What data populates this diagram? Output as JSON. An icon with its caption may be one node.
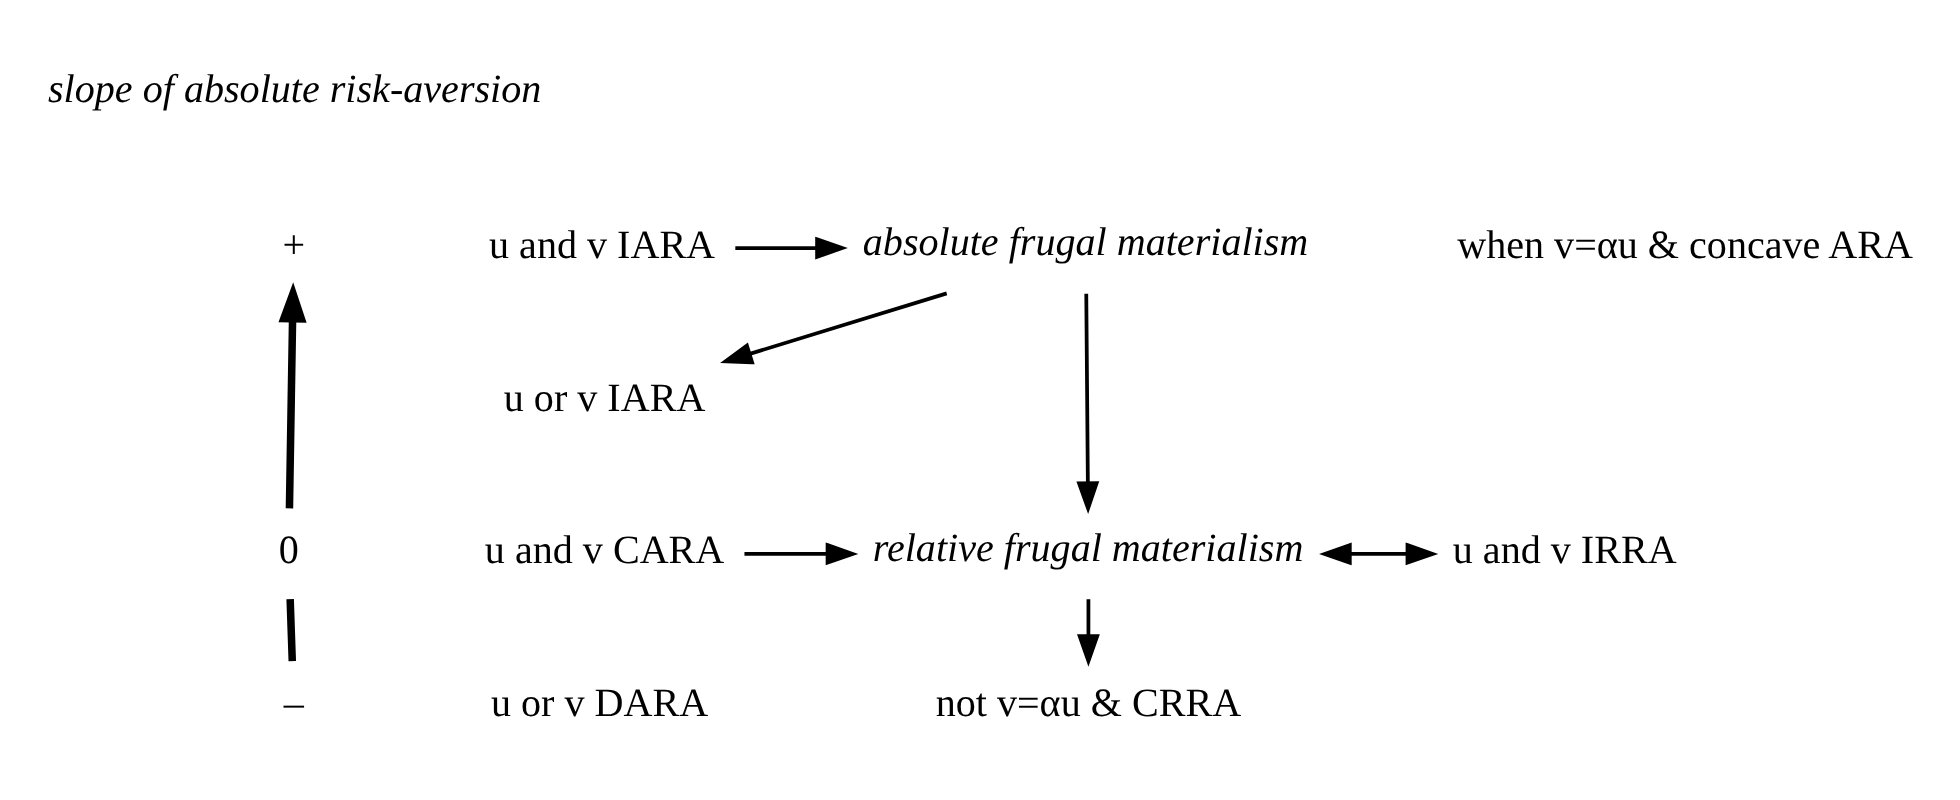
{
  "diagram": {
    "nodes": [
      {
        "text": [
          "u and v IARA"
        ]
      },
      {
        "text": [
          "u or v IARA"
        ]
      },
      {
        "text": [
          "absolute frugal materialism"
        ]
      },
      {
        "text": [
          "u and v CARA"
        ]
      },
      {
        "text": [
          "relative frugal materialism"
        ]
      },
      {
        "text": [
          "u or v DARA"
        ]
      },
      {
        "text": [
          "not v=αu & CRRA"
        ]
      },
      {
        "text": [
          "u and v IRRA"
        ]
      }
    ],
    "edges": [
      {
        "from": 0,
        "to": 2,
        "arrow": "to"
      },
      {
        "from": 2,
        "to": 1,
        "arrow": "to"
      },
      {
        "from": 2,
        "to": 4,
        "arrow": "to"
      },
      {
        "from": 3,
        "to": 4,
        "arrow": "to"
      },
      {
        "from": 4,
        "to": 6,
        "arrow": "to"
      },
      {
        "from": 4,
        "to": 7,
        "arrow": "both"
      }
    ],
    "labels": [
      "slope of absolute risk-aversion",
      "+",
      "0",
      "–",
      "when v=αu & concave ARA"
    ]
  }
}
